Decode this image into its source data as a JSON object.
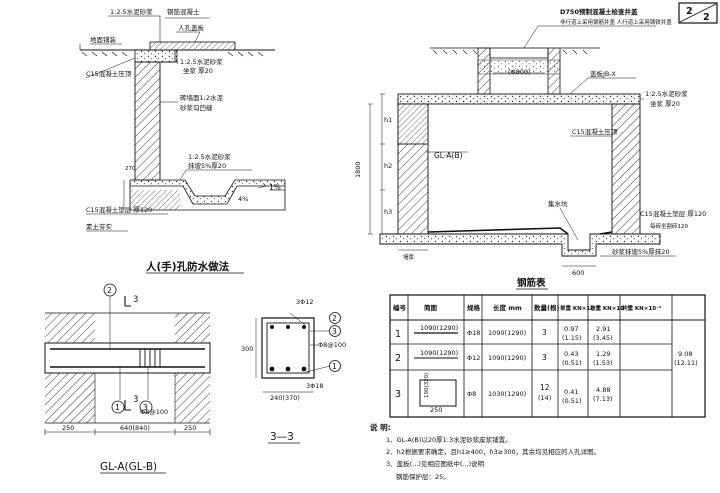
{
  "sheet": {
    "num_top": "2",
    "num_bottom": "2"
  },
  "fig_handhole": {
    "title": "人(手)孔防水做法",
    "ann_top1": "1:2.5水泥砂浆",
    "ann_top2": "钢筋混凝土",
    "ann_top3": "人孔盖板",
    "ann_ground": "地面铺装",
    "ann_c15_top": "C15混凝土压顶",
    "ann_mortar_top": "1:2.5水泥砂浆",
    "ann_mortar_top_t": "坐浆 厚20",
    "ann_waterproof": "砖墙面1:2水泥",
    "ann_waterproof2": "砂浆勾凹缝",
    "ann_bottom_mortar": "1:2.5水泥砂浆",
    "ann_bottom_mortar2": "抹坡5%厚20",
    "ann_slope": "1%",
    "ann_c15_bottom": "C15混凝土垫层 厚120",
    "ann_soil": "素土夯实",
    "dim_270": "270",
    "dim_4cm": "4%"
  },
  "fig_section": {
    "pipe_label": "D750预制混凝土检查井盖",
    "pipe_label2": "非行道上采用钢筋井盖 人行道上采用铸铁井盖",
    "dia_label": "(Φ800)",
    "cover_label": "盖板JB-X",
    "mortar_label": "1:2.5水泥砂浆",
    "mortar_label2": "坐浆 厚20",
    "beam_label": "GL-A(B)",
    "c15_top": "C15混凝土压顶",
    "sump_label": "集水坑",
    "c15_bottom": "C15混凝土垫层 厚120",
    "c15_bottom2": "每砖坐割砖120",
    "mortar_bottom": "砂浆抹坡5%厚抹20",
    "dim_1800": "1800",
    "dim_h1": "h1",
    "dim_h2": "h2",
    "dim_h3": "h3",
    "dim_600": "600",
    "dim_left": "墙厚"
  },
  "fig_beam": {
    "title": "GL-A(GL-B)",
    "callout_2": "2",
    "callout_1": "1",
    "callout_3": "3",
    "section_mark": "3",
    "stirrup": "Φ8@100",
    "dim_250a": "250",
    "dim_total": "640(840)",
    "dim_250b": "250"
  },
  "fig_33": {
    "title": "3—3",
    "top_bar": "3Φ12",
    "callout_2": "2",
    "callout_1": "1",
    "callout_3": "3",
    "stirrup": "Φ8@100",
    "bot_bar": "3Φ18",
    "height": "300",
    "width": "240(370)"
  },
  "rebar_table": {
    "title": "钢筋表",
    "headers": [
      "编号",
      "简图",
      "规格",
      "长度 mm",
      "数量(根)",
      "单重 KN×10⁻²",
      "总重 KN×10⁻²",
      "共重 KN×10⁻²"
    ],
    "rows": [
      {
        "no": "1",
        "sketch": "1090(1290)",
        "spec": "Φ18",
        "len": "1090(1290)",
        "qty": "3",
        "unit": "0.97",
        "unit2": "(1.15)",
        "total": "2.91",
        "total2": "(3.45)"
      },
      {
        "no": "2",
        "sketch": "1090(1290)",
        "spec": "Φ12",
        "len": "1090(1290)",
        "qty": "3",
        "unit": "0.43",
        "unit2": "(0.51)",
        "total": "1.29",
        "total2": "(1.53)"
      },
      {
        "no": "3",
        "sketch": "250",
        "sketch_side": "190(320)",
        "spec": "Φ8",
        "len": "1030(1290)",
        "qty": "12",
        "qty2": "(14)",
        "unit": "0.41",
        "unit2": "(0.51)",
        "total": "4.88",
        "total2": "(7.13)"
      }
    ],
    "grand_total": "9.08",
    "grand_total2": "(12.11)"
  },
  "notes": {
    "heading": "说 明:",
    "n1": "1、GL-A(B)以20厚1:3水泥砂浆座浆铺置。",
    "n2": "2、h2根据要求确定，且h1≥400，h3≥300，其余均见相应的人孔详图。",
    "n3": "3、盖板(...)见相应图纸中(...)说明",
    "n4": "钢筋保护层：25。"
  }
}
